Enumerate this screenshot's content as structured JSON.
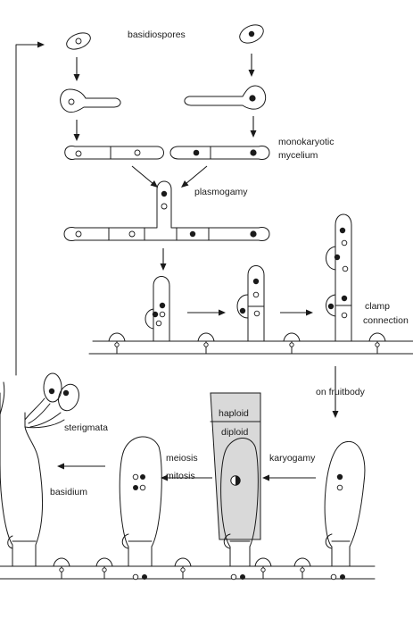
{
  "labels": {
    "basidiospores": "basidiospores",
    "monokaryotic_line1": "monokaryotic",
    "monokaryotic_line2": "mycelium",
    "plasmogamy": "plasmogamy",
    "clamp_line1": "clamp",
    "clamp_line2": "connection",
    "on_fruitbody": "on  fruitbody",
    "haploid": "haploid",
    "diploid": "diploid",
    "karyogamy": "karyogamy",
    "meiosis": "meiosis",
    "mitosis": "mitosis",
    "sterigmata": "sterigmata",
    "basidium": "basidium"
  },
  "colors": {
    "line": "#1a1a1a",
    "shaded_panel": "#d9d9d9",
    "background": "#ffffff"
  }
}
